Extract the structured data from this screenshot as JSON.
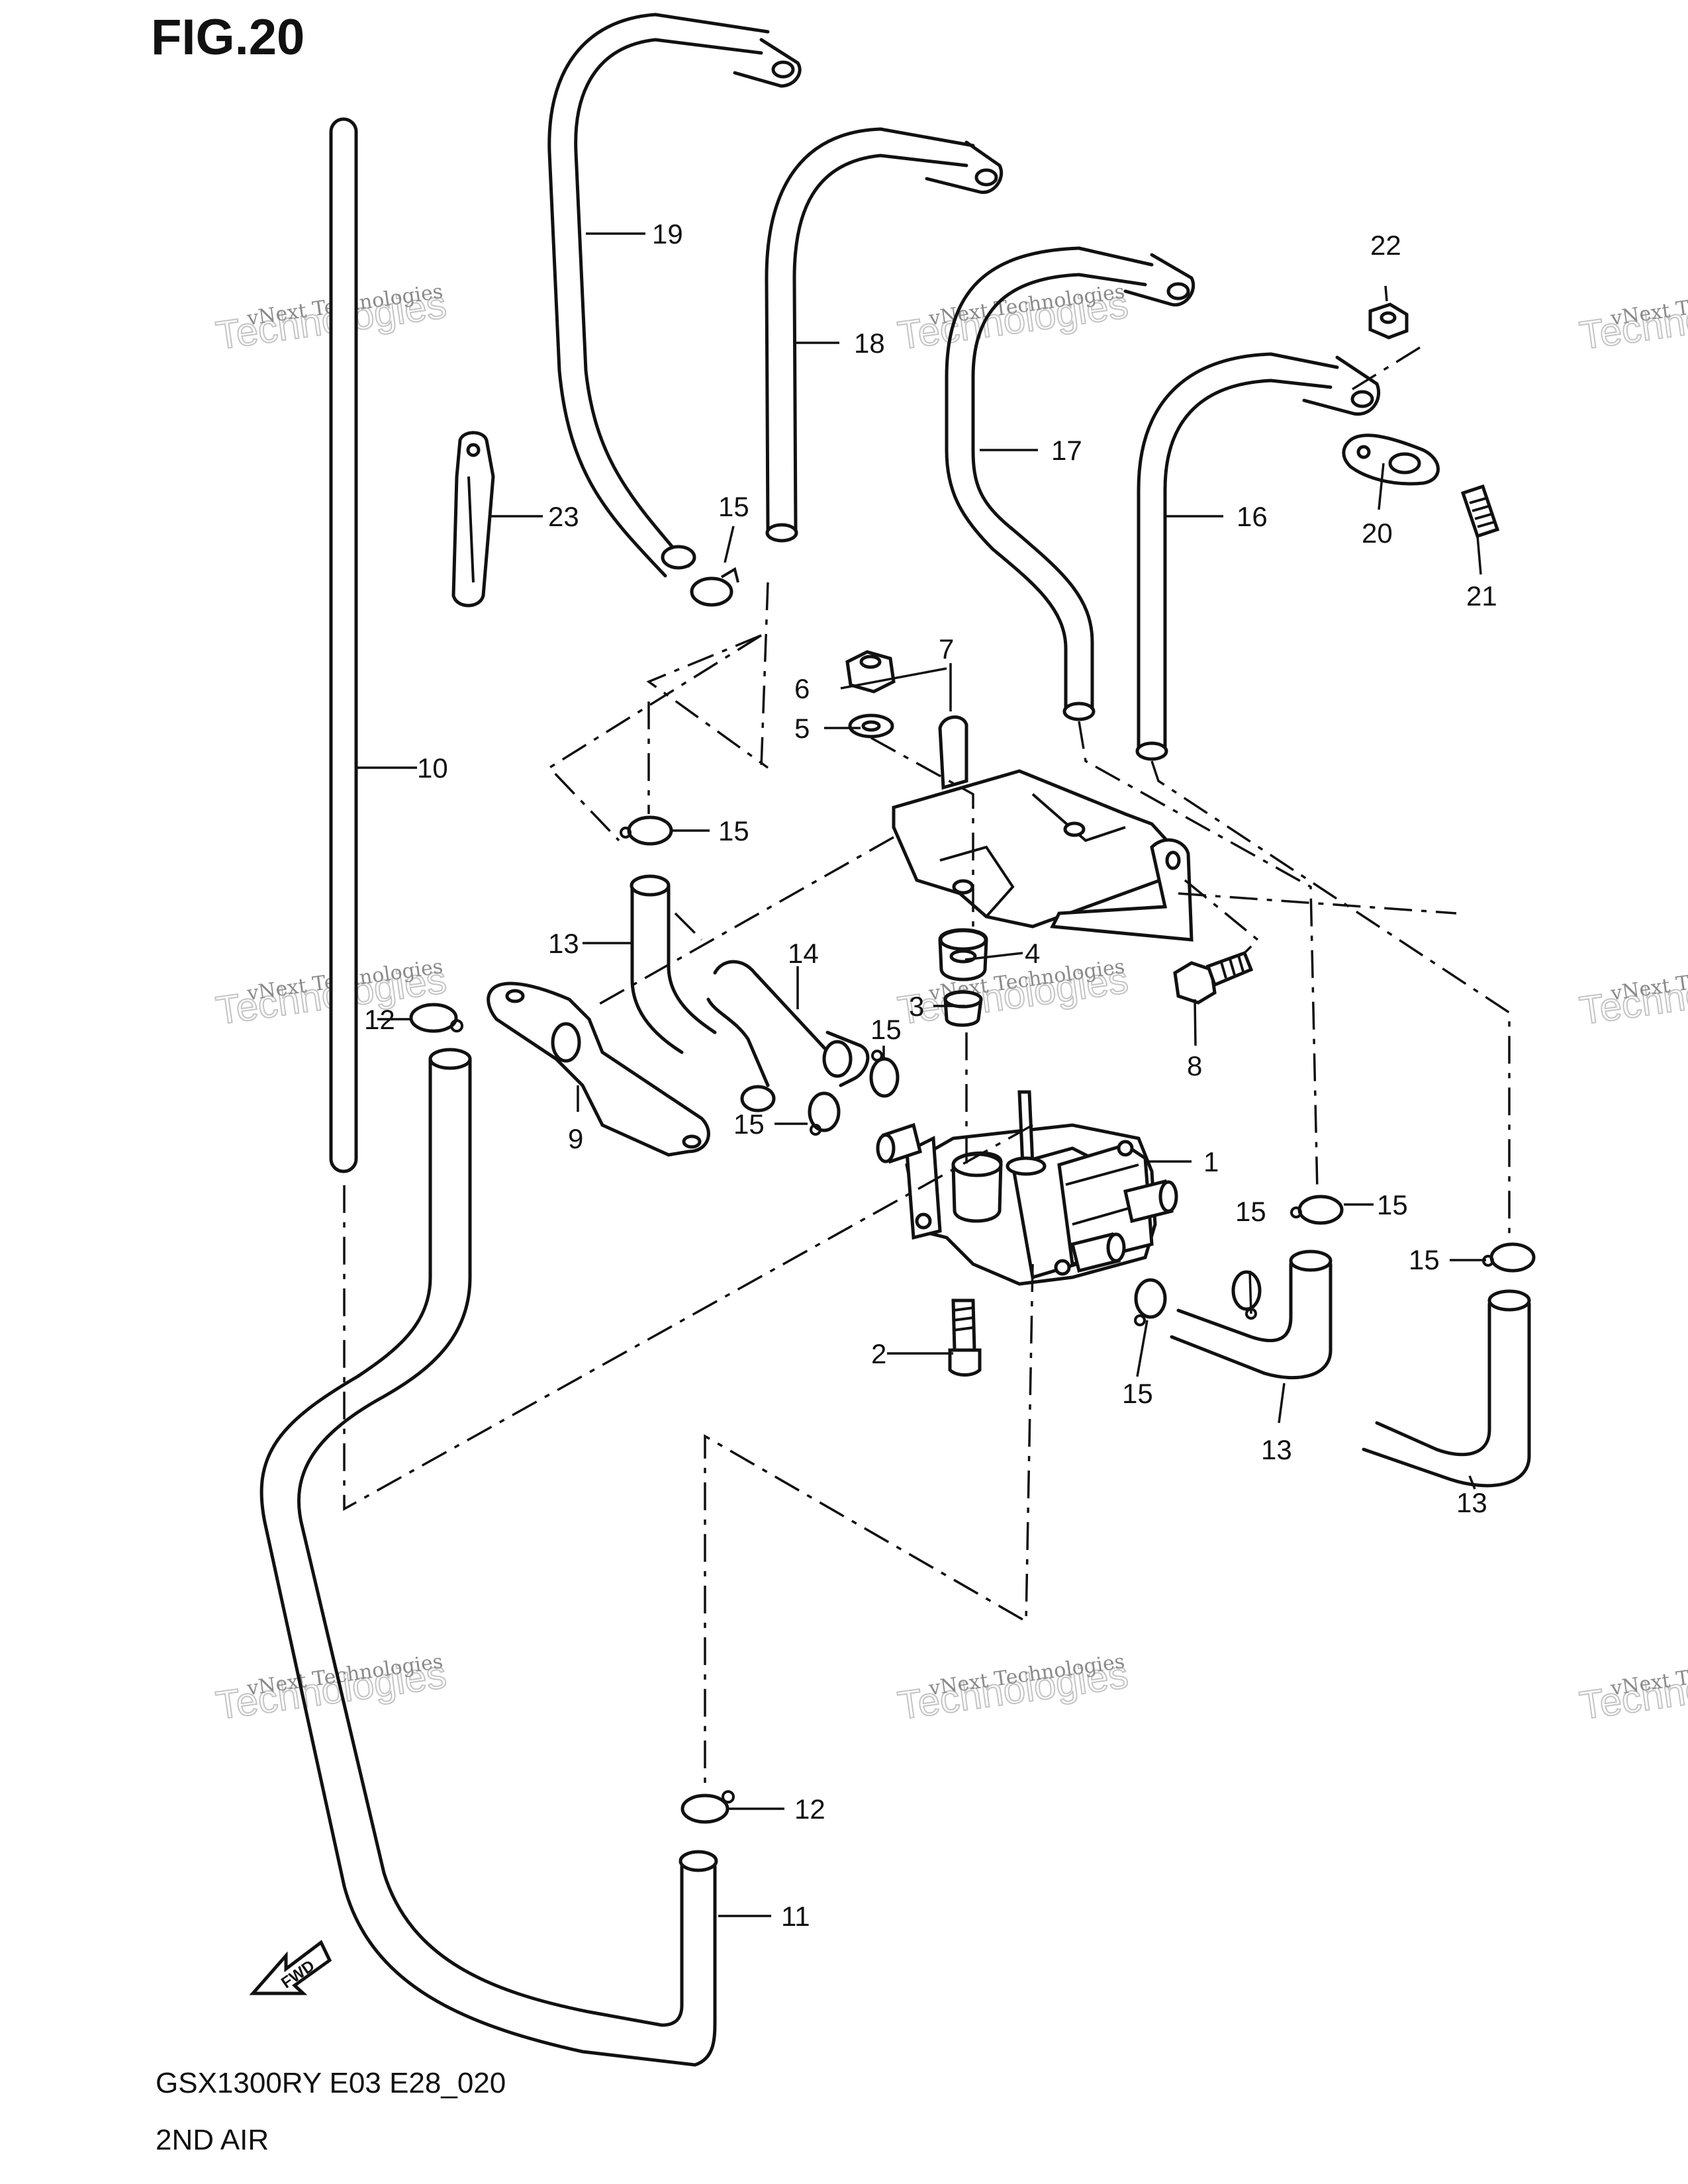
{
  "figure": {
    "title": "FIG.20",
    "footer_code": "GSX1300RY E03 E28_020",
    "footer_name": "2ND AIR",
    "fwd_label": "FWD"
  },
  "watermark": {
    "line1": "vNext Technologies",
    "line2": "Technologies",
    "line3": "vNext"
  },
  "callouts": [
    "1",
    "2",
    "3",
    "4",
    "5",
    "6",
    "7",
    "8",
    "9",
    "10",
    "11",
    "12",
    "12",
    "13",
    "13",
    "13",
    "14",
    "15",
    "15",
    "15",
    "15",
    "15",
    "15",
    "15",
    "15",
    "16",
    "17",
    "18",
    "19",
    "20",
    "21",
    "22",
    "23"
  ]
}
